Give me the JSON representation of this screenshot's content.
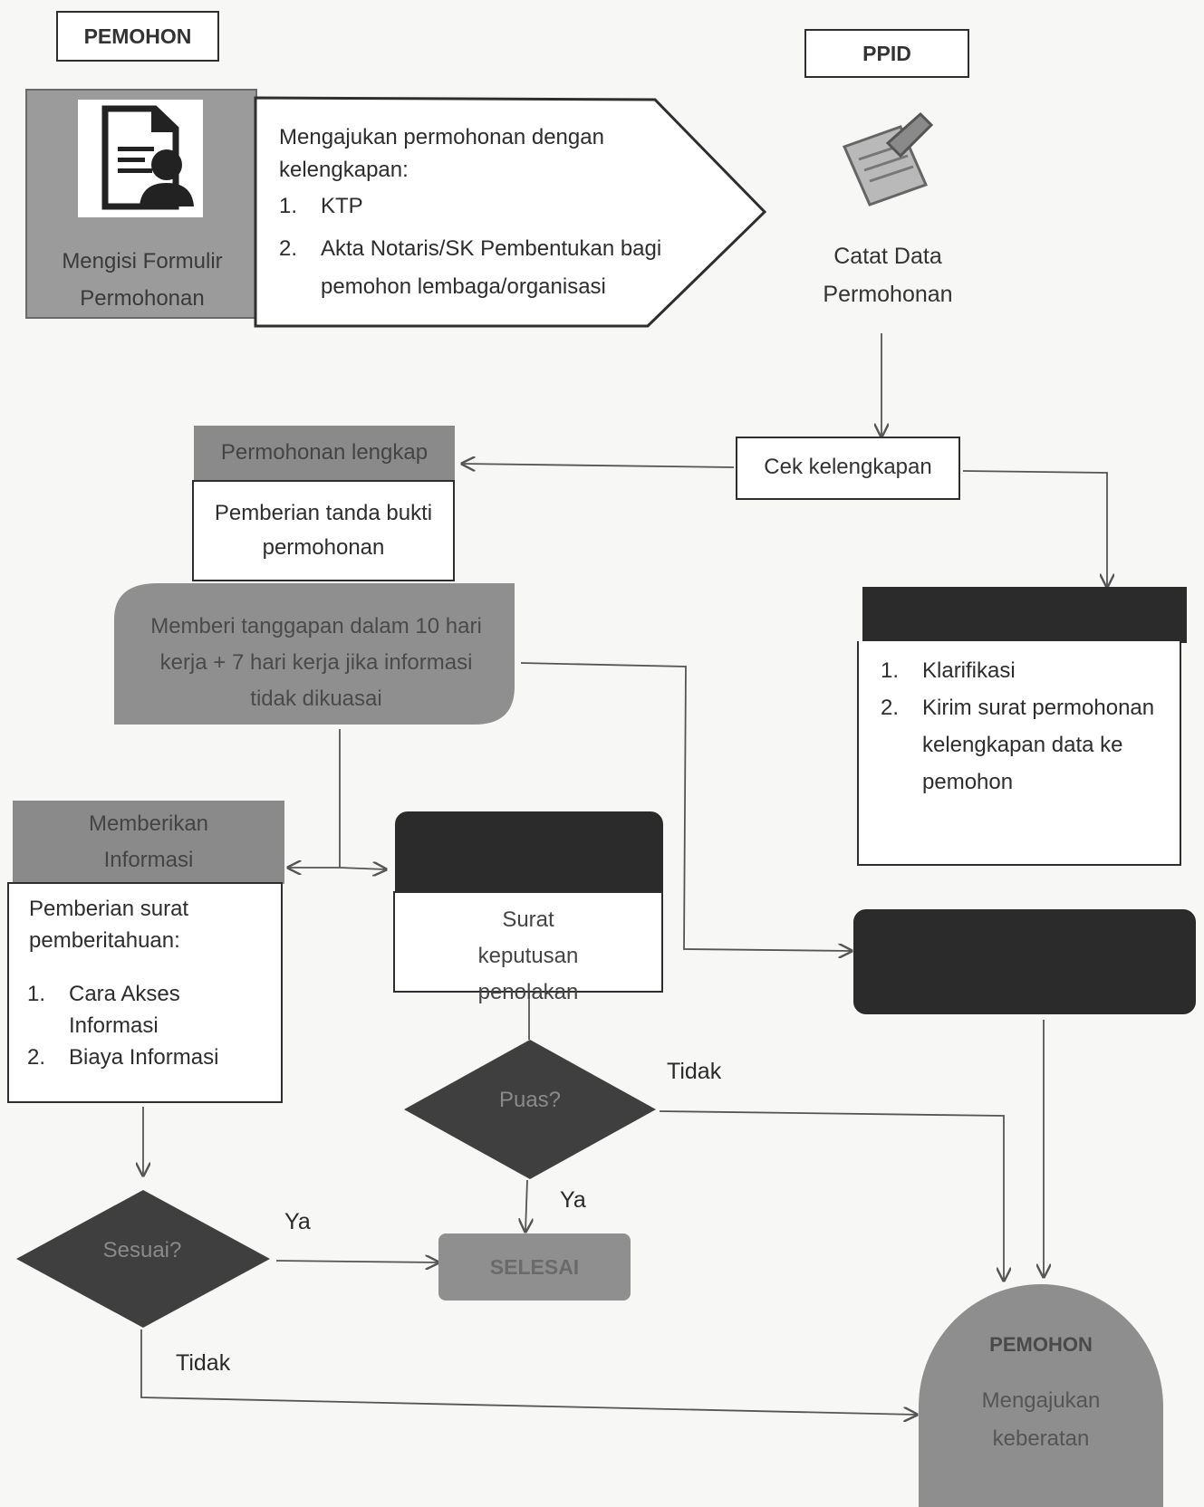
{
  "lanes": {
    "left": "PEMOHON",
    "right": "PPID"
  },
  "form": {
    "label": "Mengisi Formulir Permohonan",
    "icon": "document-person-icon"
  },
  "submit": {
    "intro": "Mengajukan permohonan dengan kelengkapan:",
    "items": [
      {
        "num": "1.",
        "text": "KTP"
      },
      {
        "num": "2.",
        "text": "Akta Notaris/SK Pembentukan bagi pemohon lembaga/organisasi"
      }
    ]
  },
  "record": {
    "label": "Catat Data Permohonan",
    "icon": "notepad-icon"
  },
  "check": {
    "label": "Cek kelengkapan"
  },
  "complete": {
    "header": "Permohonan lengkap",
    "body": "Pemberian tanda bukti permohonan"
  },
  "incomplete": {
    "items": [
      {
        "num": "1.",
        "text": "Klarifikasi"
      },
      {
        "num": "2.",
        "text": "Kirim surat permohonan kelengkapan data ke pemohon"
      }
    ]
  },
  "respond": {
    "label": "Memberi tanggapan dalam 10 hari kerja + 7 hari kerja jika informasi tidak dikuasai"
  },
  "give_info": {
    "header": "Memberikan Informasi",
    "intro": "Pemberian surat pemberitahuan:",
    "items": [
      {
        "num": "1.",
        "text": "Cara Akses Informasi"
      },
      {
        "num": "2.",
        "text": "Biaya Informasi"
      }
    ]
  },
  "rejection": {
    "body": "Surat keputusan penolakan"
  },
  "decision_satisfied": {
    "label": "Puas?",
    "yes": "Ya",
    "no": "Tidak"
  },
  "decision_match": {
    "label": "Sesuai?",
    "yes": "Ya",
    "no": "Tidak"
  },
  "finish": {
    "label": "SELESAI"
  },
  "objection": {
    "title": "PEMOHON",
    "label": "Mengajukan keberatan"
  },
  "colors": {
    "dark": "#2b2b2b",
    "gray": "#8a8a8a",
    "line": "#555555"
  }
}
